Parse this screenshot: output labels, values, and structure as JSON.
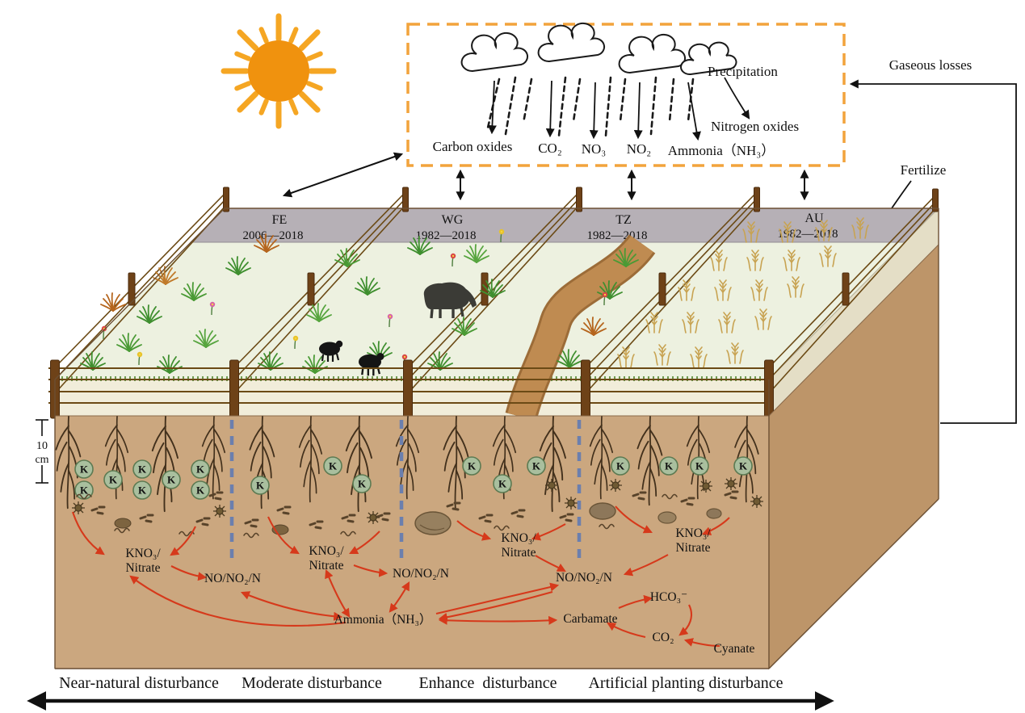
{
  "atmosphere": {
    "precipitation": "Precipitation",
    "nitrogen_oxides": "Nitrogen oxides",
    "carbon_oxides": "Carbon oxides",
    "co2": "CO₂",
    "no3": "NO₃",
    "no2": "NO₂",
    "ammonia": "Ammonia（NH₃）"
  },
  "side_labels": {
    "gaseous_losses": "Gaseous losses",
    "fertilize": "Fertilize"
  },
  "zones": [
    {
      "code": "FE",
      "years": "2006—2018",
      "disturbance": "Near-natural disturbance"
    },
    {
      "code": "WG",
      "years": "1982—2018",
      "disturbance": "Moderate disturbance"
    },
    {
      "code": "TZ",
      "years": "1982—2018",
      "disturbance": "Enhance  disturbance"
    },
    {
      "code": "AU",
      "years": "1982—2018",
      "disturbance": "Artificial planting disturbance"
    }
  ],
  "soil": {
    "k_label": "K",
    "depth_value": "10",
    "depth_unit": "cm",
    "kno3_line1": "KNO₃/",
    "kno3_line2": "Nitrate",
    "no_no2_n": "NO/NO₂/N",
    "ammonia": "Ammonia（NH₃）",
    "carbamate": "Carbamate",
    "hco3": "HCO₃⁻",
    "co2": "CO₂",
    "cyanate": "Cyanate"
  },
  "colors": {
    "dashed_box": "#F2A33C",
    "sun": "#F0920E",
    "reaction_red": "#D6391B",
    "soil_front": "#CBA77F",
    "soil_side": "#BD9569",
    "grass_top": "#EDF1E0",
    "band_gray": "#B6B0B6",
    "divider_blue": "#6B7FAE"
  }
}
